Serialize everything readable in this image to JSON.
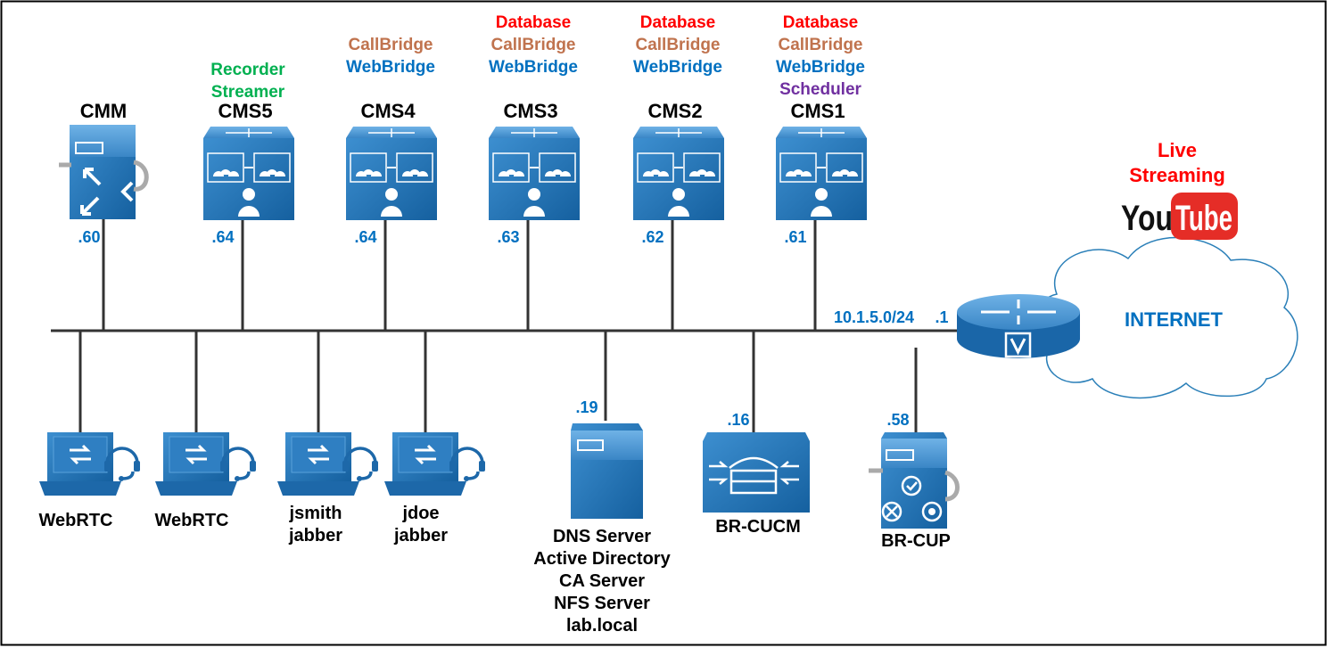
{
  "colors": {
    "database": "#ff0000",
    "callbridge": "#c0734e",
    "webbridge": "#0070c0",
    "scheduler": "#7030a0",
    "recorder": "#00b050",
    "ip": "#0070c0",
    "device": "#1f6fb0"
  },
  "servers": [
    {
      "name": "CMM",
      "ip": ".60",
      "roles": []
    },
    {
      "name": "CMS5",
      "ip": ".64",
      "roles": [
        {
          "text": "Recorder",
          "type": "recorder"
        },
        {
          "text": "Streamer",
          "type": "recorder"
        }
      ]
    },
    {
      "name": "CMS4",
      "ip": ".64",
      "roles": [
        {
          "text": "CallBridge",
          "type": "callbridge"
        },
        {
          "text": "WebBridge",
          "type": "webbridge"
        }
      ]
    },
    {
      "name": "CMS3",
      "ip": ".63",
      "roles": [
        {
          "text": "Database",
          "type": "database"
        },
        {
          "text": "CallBridge",
          "type": "callbridge"
        },
        {
          "text": "WebBridge",
          "type": "webbridge"
        }
      ]
    },
    {
      "name": "CMS2",
      "ip": ".62",
      "roles": [
        {
          "text": "Database",
          "type": "database"
        },
        {
          "text": "CallBridge",
          "type": "callbridge"
        },
        {
          "text": "WebBridge",
          "type": "webbridge"
        }
      ]
    },
    {
      "name": "CMS1",
      "ip": ".61",
      "roles": [
        {
          "text": "Database",
          "type": "database"
        },
        {
          "text": "CallBridge",
          "type": "callbridge"
        },
        {
          "text": "WebBridge",
          "type": "webbridge"
        },
        {
          "text": "Scheduler",
          "type": "scheduler"
        }
      ]
    }
  ],
  "clients": [
    {
      "lines": [
        "WebRTC"
      ]
    },
    {
      "lines": [
        "WebRTC"
      ]
    },
    {
      "lines": [
        "jsmith",
        "jabber"
      ]
    },
    {
      "lines": [
        "jdoe",
        "jabber"
      ]
    }
  ],
  "dns": {
    "ip": ".19",
    "lines": [
      "DNS Server",
      "Active Directory",
      "CA Server",
      "NFS Server",
      "lab.local"
    ]
  },
  "cucm": {
    "ip": ".16",
    "name": "BR-CUCM"
  },
  "cup": {
    "ip": ".58",
    "name": "BR-CUP"
  },
  "router": {
    "subnet": "10.1.5.0/24",
    "ip": ".1"
  },
  "internet": {
    "label": "INTERNET"
  },
  "streaming": {
    "line1": "Live",
    "line2": "Streaming",
    "logo_you": "You",
    "logo_tube": "Tube"
  }
}
